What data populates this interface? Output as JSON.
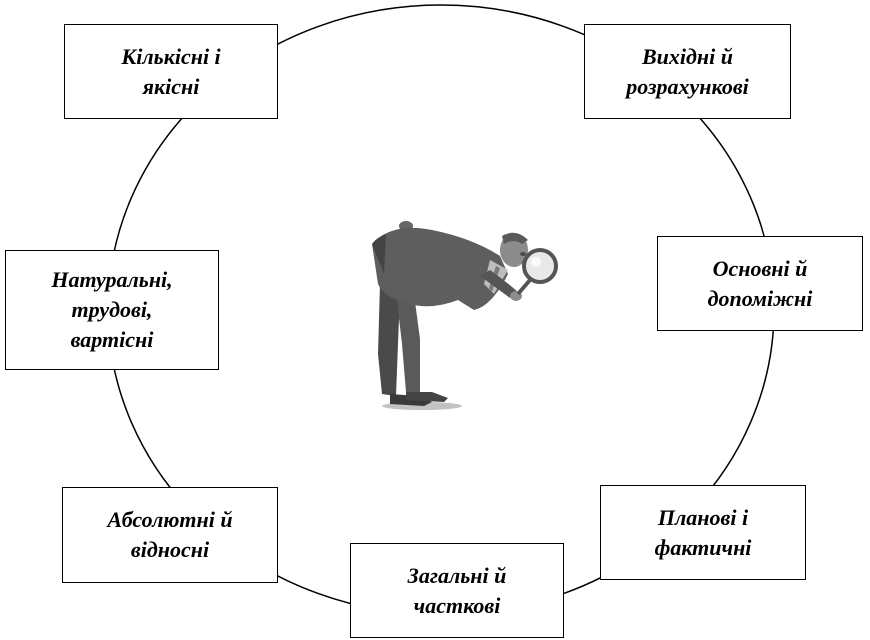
{
  "diagram": {
    "items": [
      {
        "id": "quantitative-qualitative",
        "label": "Кількісні і\nякісні"
      },
      {
        "id": "initial-calculated",
        "label": "Вихідні й\nрозрахункові"
      },
      {
        "id": "main-auxiliary",
        "label": "Основні й\nдопоміжні"
      },
      {
        "id": "natural-labor-value",
        "label": "Натуральні,\nтрудові,\nвартісні"
      },
      {
        "id": "absolute-relative",
        "label": "Абсолютні й\nвідносні"
      },
      {
        "id": "planned-actual",
        "label": "Планові і\nфактичні"
      },
      {
        "id": "general-partial",
        "label": "Загальні й\nчасткові"
      }
    ],
    "center_icon": "man-with-magnifying-glass-icon"
  }
}
